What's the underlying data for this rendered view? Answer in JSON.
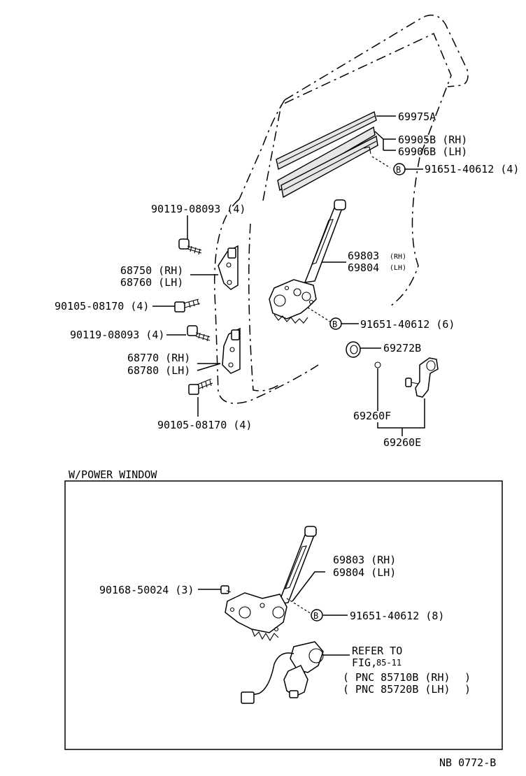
{
  "labels": {
    "p69975A": "69975A",
    "p69905B": "69905B (RH)",
    "p69906B": "69906B (LH)",
    "p91651_4": "91651-40612 (4)",
    "p90119_top": "90119-08093 (4)",
    "p68750": "68750 (RH)",
    "p68760": "68760 (LH)",
    "p69803_main": "69803",
    "p69804_main": "69804",
    "rh_small": "(RH)",
    "lh_small": "(LH)",
    "p90105_top": "90105-08170 (4)",
    "p90119_mid": "90119-08093 (4)",
    "p91651_6": "91651-40612 (6)",
    "p69272B": "69272B",
    "p68770": "68770 (RH)",
    "p68780": "68780 (LH)",
    "p90105_bot": "90105-08170 (4)",
    "p69260F": "69260F",
    "p69260E": "69260E",
    "section_title": "W/POWER WINDOW",
    "p69803_pw": "69803 (RH)",
    "p69804_pw": "69804 (LH)",
    "p90168": "90168-50024 (3)",
    "p91651_8": "91651-40612 (8)",
    "refer_to": "REFER TO",
    "fig_prefix": "FIG,",
    "fig_num": "85-11",
    "pnc_rh": "( PNC  85710B (RH)",
    "pnc_lh": "( PNC  85720B (LH)",
    "paren_close": ")",
    "ref_code": "NB 0772-B",
    "callout_b": "B"
  }
}
